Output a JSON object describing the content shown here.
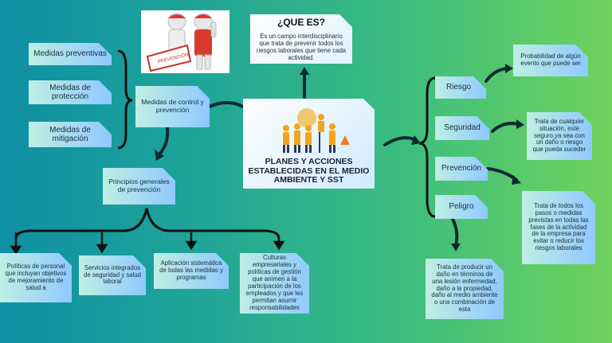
{
  "title": "PLANES Y ACCIONES ESTABLECIDAS EN EL MEDIO AMBIENTE Y SST",
  "que_es": {
    "heading": "¿QUE ES?",
    "text": "Es un campo interdisciplinario que trata de prevenir todos los riesgos laborales que tiene cada actividad."
  },
  "left_branch": {
    "medidas_control": "Medidas de control y prevención",
    "items": [
      "Medidas preventivas",
      "Medidas de protección",
      "Medidas de mitigación"
    ]
  },
  "principios": {
    "label": "Principios generales de prevención",
    "items": [
      "Políticas de personal que incluyan objetivos de mejoramiento de salud a",
      "Servicios integrados de seguridad y salud laboral",
      "Aplicación sistemática de todas las medidas y programas",
      "Culturas empresariales y políticas de gestión que animen a la participación de los empleados y que les permitan asumir responsabilidades"
    ]
  },
  "right_branch": {
    "terms": [
      {
        "label": "Riesgo",
        "definition": "Probabilidad de algún evento que puede ser"
      },
      {
        "label": "Seguridad",
        "definition": "Trata de cualquier situación, este seguro,ya sea con un daño o riesgo que pueda suceder"
      },
      {
        "label": "Prevención",
        "definition": "Trata de todos los pasos o medidas previstas en todas las fases de la actividad de la empresa para evitar o reducir los riesgos laborales"
      },
      {
        "label": "Peligro",
        "definition": "Trata  de producir un daño en términos de una lesión enfermedad, daño a la propiedad, daño al medio ambiente o una combinación de esta"
      }
    ]
  },
  "illustration_sign": "PREVENCIÓN"
}
